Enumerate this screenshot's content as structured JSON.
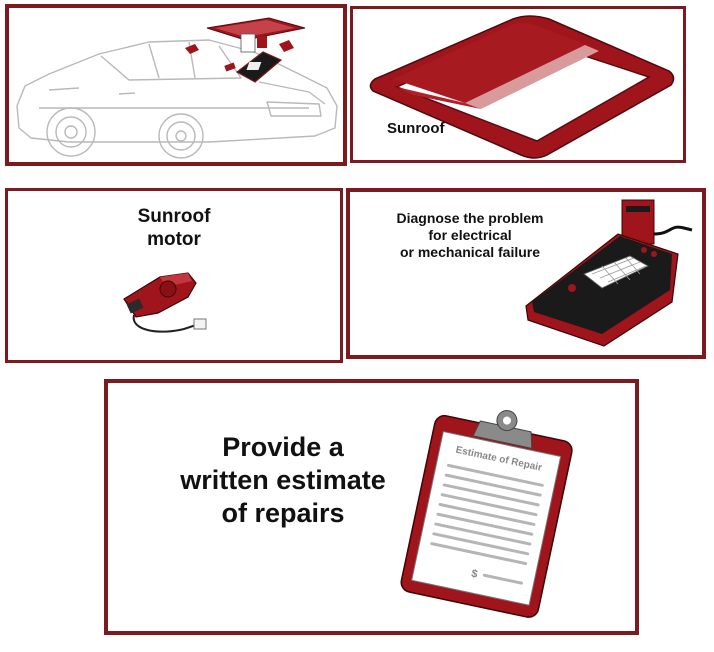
{
  "panels": {
    "car": {
      "icons": [
        "car-icon",
        "sunroof-parts-icon",
        "diagnostic-scanner-icon"
      ]
    },
    "sunroof": {
      "label": "Sunroof",
      "icon": "sunroof-frame-icon"
    },
    "motor": {
      "label_line1": "Sunroof",
      "label_line2": "motor",
      "icon": "sunroof-motor-icon"
    },
    "diagnose": {
      "line1": "Diagnose the problem",
      "line2": "for electrical",
      "line3": "or mechanical failure",
      "icon": "diagnostic-scanner-icon"
    },
    "estimate": {
      "line1": "Provide a",
      "line2": "written estimate",
      "line3": "of repairs",
      "clipboard_title": "Estimate of Repair",
      "currency_symbol": "$",
      "icon": "clipboard-icon"
    }
  },
  "colors": {
    "accent": "#7b1a1f",
    "part_red": "#a0141b",
    "line_gray": "#b5b5b5"
  }
}
